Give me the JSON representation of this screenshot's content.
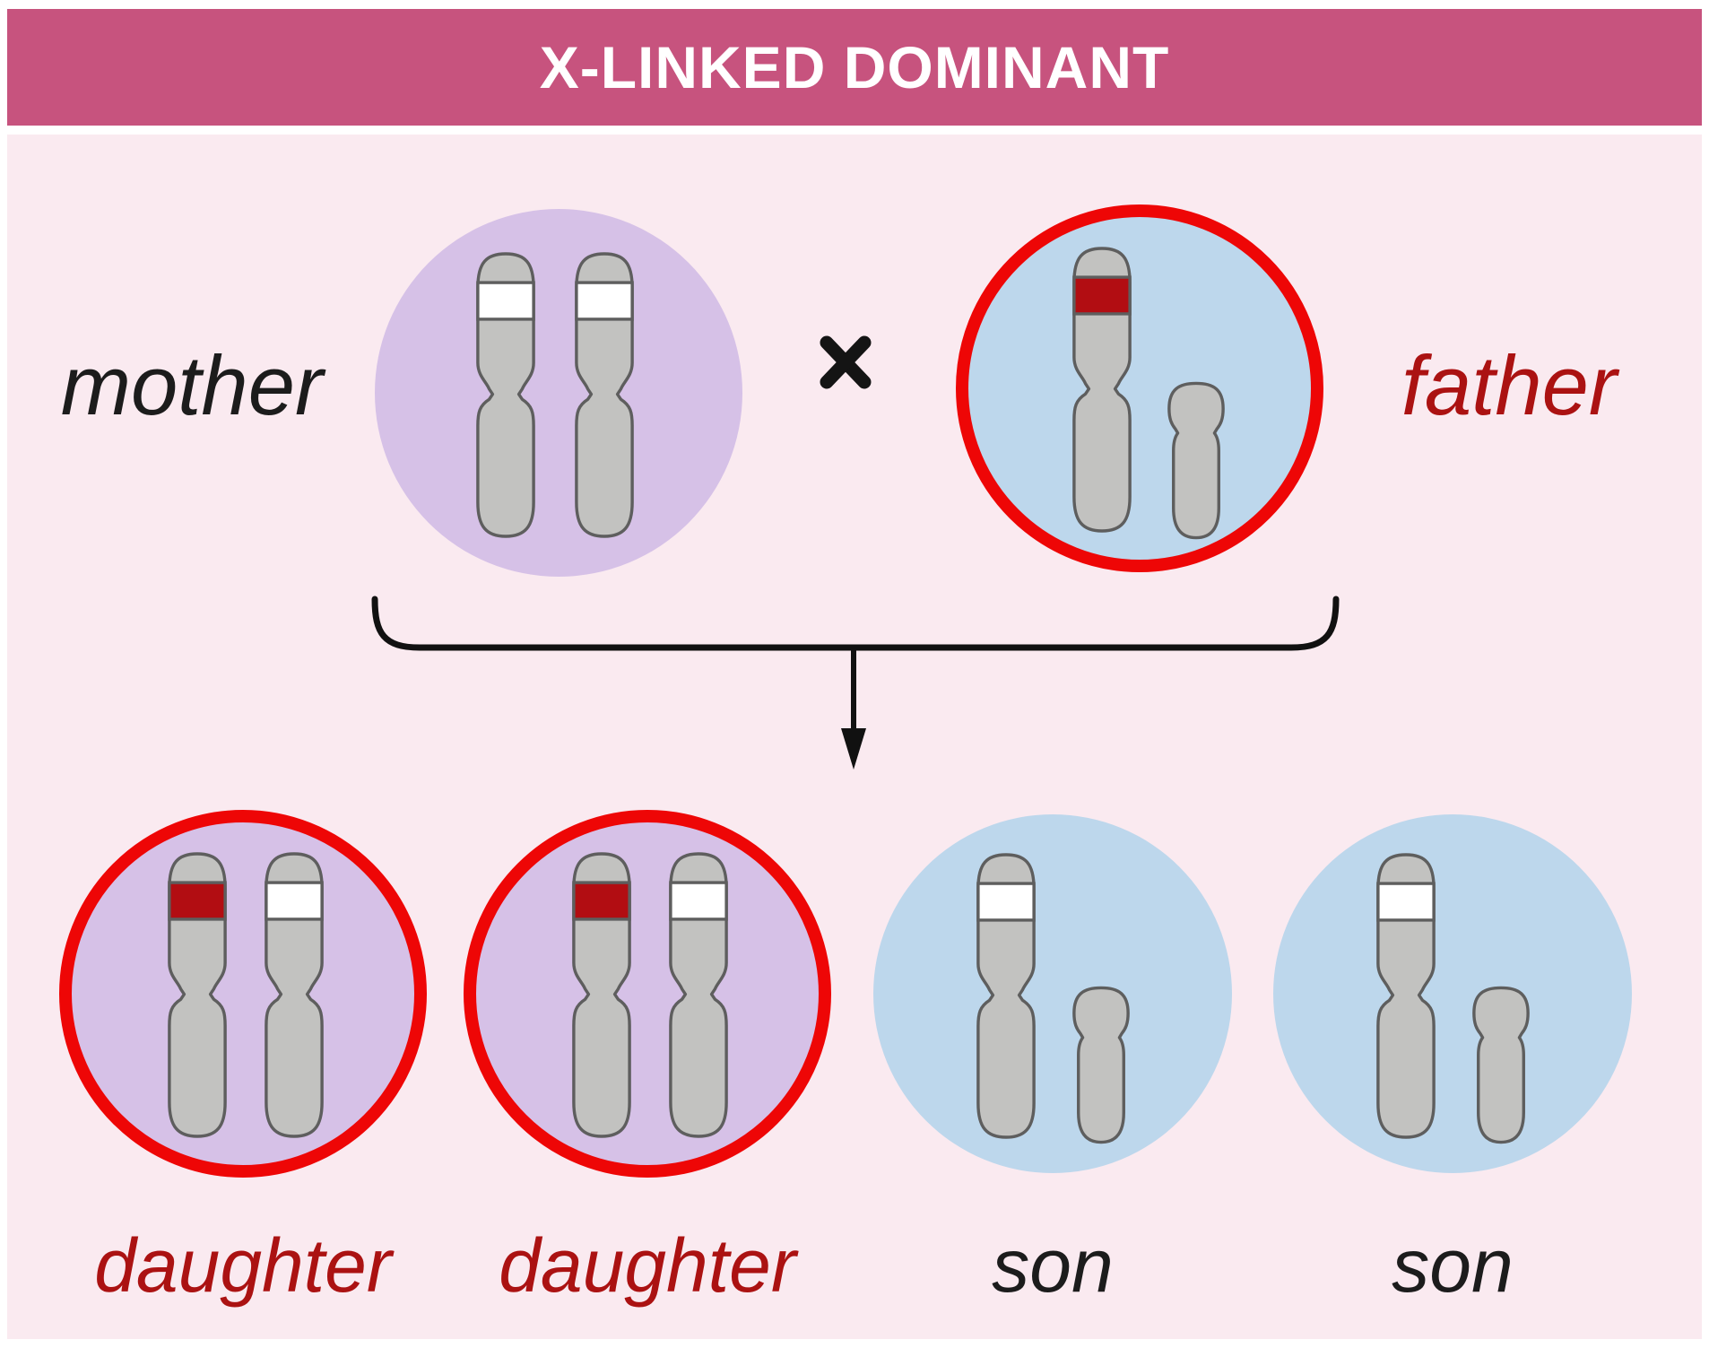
{
  "title": "X-LINKED DOMINANT",
  "cross_symbol": "×",
  "parents": {
    "mother": {
      "label": "mother",
      "affected": false,
      "circle_color_name": "lavender",
      "chromosomes": [
        {
          "type": "X",
          "band": "white"
        },
        {
          "type": "X",
          "band": "white"
        }
      ]
    },
    "father": {
      "label": "father",
      "affected": true,
      "circle_color_name": "blue",
      "has_red_ring": true,
      "chromosomes": [
        {
          "type": "X",
          "band": "red"
        },
        {
          "type": "Y"
        }
      ]
    }
  },
  "children": [
    {
      "label": "daughter",
      "sex": "female",
      "affected": true,
      "has_red_ring": true,
      "chromosomes": [
        {
          "type": "X",
          "band": "red"
        },
        {
          "type": "X",
          "band": "white"
        }
      ]
    },
    {
      "label": "daughter",
      "sex": "female",
      "affected": true,
      "has_red_ring": true,
      "chromosomes": [
        {
          "type": "X",
          "band": "red"
        },
        {
          "type": "X",
          "band": "white"
        }
      ]
    },
    {
      "label": "son",
      "sex": "male",
      "affected": false,
      "has_red_ring": false,
      "chromosomes": [
        {
          "type": "X",
          "band": "white"
        },
        {
          "type": "Y"
        }
      ]
    },
    {
      "label": "son",
      "sex": "male",
      "affected": false,
      "has_red_ring": false,
      "chromosomes": [
        {
          "type": "X",
          "band": "white"
        },
        {
          "type": "Y"
        }
      ]
    }
  ],
  "colors": {
    "title_bar": "#c7537e",
    "title_text": "#ffffff",
    "panel_bg": "#faeaf0",
    "page_bg": "#ffffff",
    "female_circle": "#d6c1e7",
    "male_circle": "#bdd7ec",
    "affected_ring_red": "#ee0606",
    "band_red": "#b20d12",
    "band_white": "#ffffff",
    "chromosome_gray": "#c2c2c0",
    "chromosome_outline": "#5e5e5e",
    "label_dark_red": "#ab1212",
    "label_black": "#1c1c1c"
  }
}
